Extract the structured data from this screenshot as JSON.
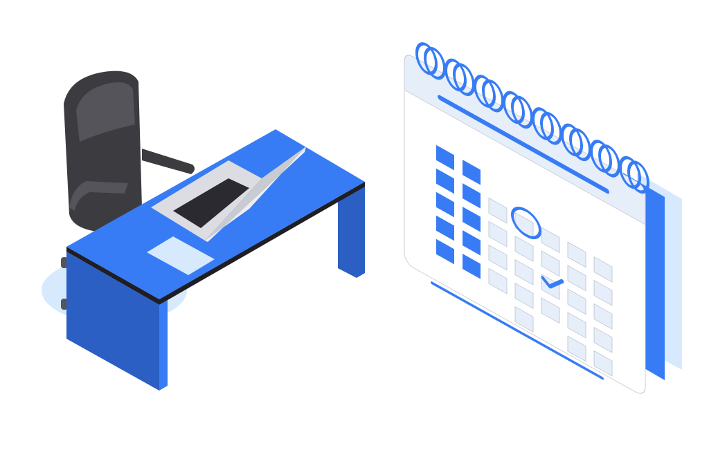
{
  "illustration": {
    "subject": [
      "office-desk",
      "office-chair",
      "laptop",
      "wall-calendar"
    ],
    "calendar": {
      "marked_day": "circled",
      "checked_day": "check-mark"
    }
  },
  "colors": {
    "primary_blue": "#377cf4",
    "dark_blue": "#2b5fc4",
    "light_blue": "#d6e9fd",
    "pale_blue": "#e6eef9",
    "chair_dark": "#3c3b40",
    "chair_mid": "#55545a",
    "laptop_silver": "#dcdde3",
    "desk_edge": "#1e1e24"
  }
}
